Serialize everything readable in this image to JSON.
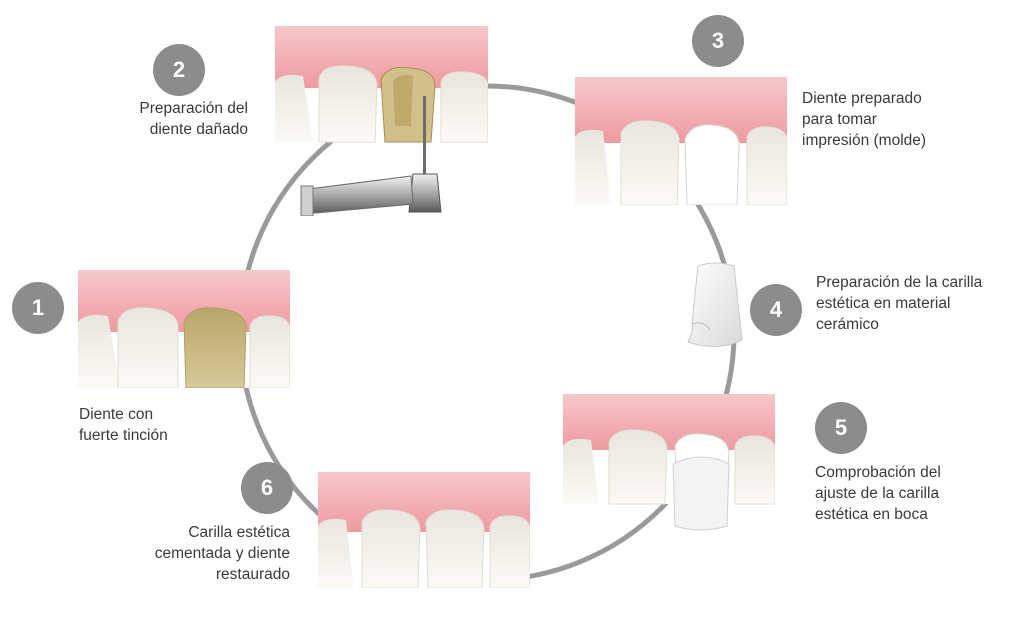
{
  "steps": [
    {
      "number": "1",
      "lines": [
        "Diente con",
        "fuerte tinción"
      ]
    },
    {
      "number": "2",
      "lines": [
        "Preparación del",
        "diente dañado"
      ]
    },
    {
      "number": "3",
      "lines": [
        "Diente preparado",
        "para tomar",
        "impresión (molde)"
      ]
    },
    {
      "number": "4",
      "lines": [
        "Preparación de la carilla",
        "estética en material",
        "cerámico"
      ]
    },
    {
      "number": "5",
      "lines": [
        "Comprobación del",
        "ajuste de la carilla",
        "estética en boca"
      ]
    },
    {
      "number": "6",
      "lines": [
        "Carilla estética",
        "cementada y diente",
        "restaurado"
      ]
    }
  ],
  "colors": {
    "badge": "#8c8c8c",
    "cycle_line": "#9a9a9a",
    "gum": "#f0a8ac",
    "tooth": "#f6f3ec",
    "stained_tooth": "#c9b77e",
    "veneer": "#fbfbfb"
  }
}
